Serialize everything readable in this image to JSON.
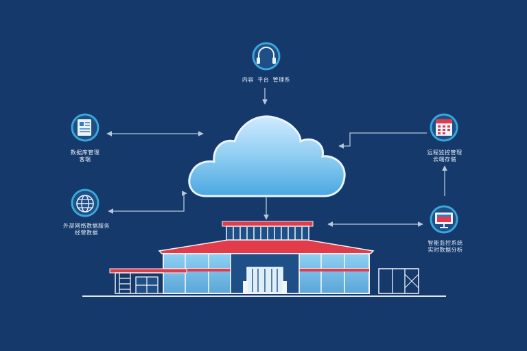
{
  "diagram": {
    "colors": {
      "background": "#15396b",
      "connector": "#b7c7dc",
      "icon_ring": "#3aa7d9",
      "cloud_fill": "#8fcdf2",
      "roof_red": "#e23b4a",
      "glass_blue": "#7ec3ea",
      "outline_white": "#f2f6fb"
    },
    "nodes": {
      "top": {
        "icon": "headset-icon",
        "label": "内容 平台 管理系"
      },
      "left_upper": {
        "icon": "document-icon",
        "label": "数据库管理\n客端"
      },
      "left_lower": {
        "icon": "globe-icon",
        "label": "外部网络数据服务\n经营数据"
      },
      "right_upper": {
        "icon": "calendar-icon",
        "label": "远程监控管理\n云端存储"
      },
      "right_lower": {
        "icon": "monitor-icon",
        "label": "智能监控系统\n实时数据分析"
      }
    },
    "center": {
      "cloud": "cloud-icon",
      "building": "building-icon"
    }
  }
}
